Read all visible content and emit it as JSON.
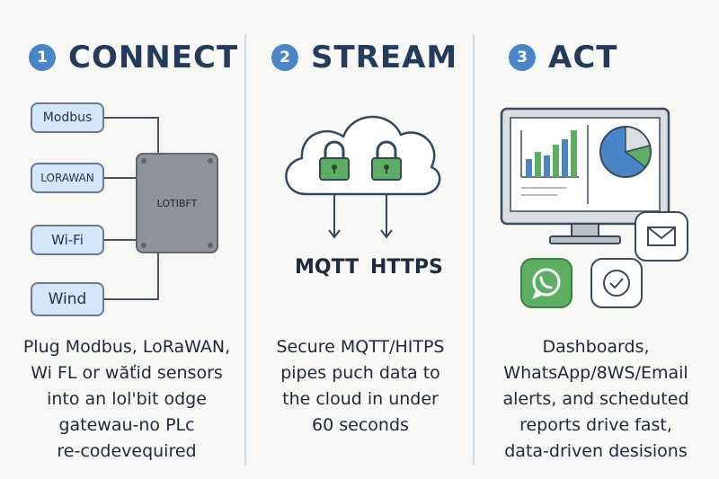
{
  "steps": [
    {
      "number": "1",
      "title": "CONNECT",
      "protocols": [
        "Modbus",
        "LORAWAN",
        "Wi-Fi",
        "Wind"
      ],
      "gateway_label": "LOTIBFT",
      "description": [
        "Plug Modbus, LoRaWAN,",
        "Wi FL or wăťid sensors",
        "into an lol'bit odge",
        "gatewau-no PLc",
        "re-codevequired"
      ]
    },
    {
      "number": "2",
      "title": "STREAM",
      "protocols": [
        "MQTT",
        "HTTPS"
      ],
      "description": [
        "Secure MQTT/HITPS",
        "pipes puch data to",
        "the cloud in under",
        "60 seconds"
      ]
    },
    {
      "number": "3",
      "title": "ACT",
      "description": [
        "Dashboards,",
        "WhatsApp/8WS/Email",
        "alerts, and scheduted",
        "reports drive fast,",
        "data-driven desisions"
      ]
    }
  ],
  "colors": {
    "accent": "#4a86c7",
    "title": "#253b5c",
    "protocol_box": "#d3e7f8",
    "gateway": "#8d9399",
    "lock_green": "#5bae62",
    "whatsapp_green": "#5bae62",
    "chart_blue": "#4a86c7"
  },
  "icons": [
    "cloud-icon",
    "lock-icon",
    "monitor-icon",
    "bar-chart-icon",
    "pie-chart-icon",
    "email-icon",
    "whatsapp-icon",
    "clock-icon",
    "arrow-down-icon"
  ]
}
